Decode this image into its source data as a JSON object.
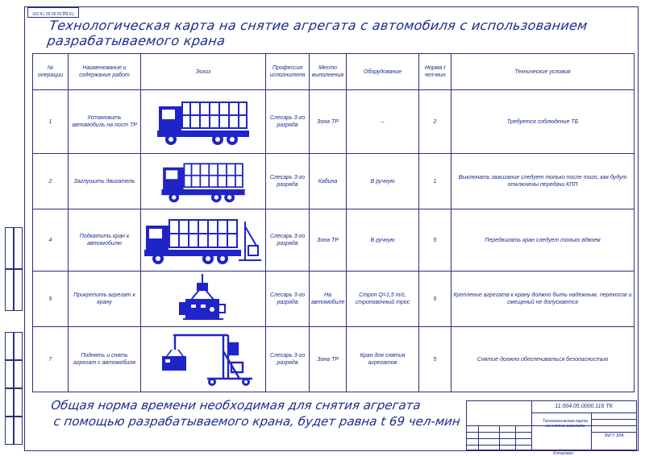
{
  "stamp_top": "ТК ВД 00.00.50 ТК.ОО",
  "title": "Технологическая карта на снятие агрегата с  автомобиля с использованием разрабатываемого крана",
  "table": {
    "headers": [
      "№ операции",
      "Наименование и содержание работ",
      "Эскиз",
      "Профессия исполнителя",
      "Место выполнения",
      "Оборудование",
      "Норма t чел-мин",
      "Технические условия"
    ],
    "rows": [
      {
        "num": "1",
        "work": "Установить автомобиль на пост ТР",
        "prof": "Слесарь 3-го разряда",
        "place": "Зона ТР",
        "equip": "–",
        "norm": "2",
        "cond": "Требуется соблюдение ТБ",
        "sketch": "dump-truck-icon"
      },
      {
        "num": "2",
        "work": "Заглушить двигатель",
        "prof": "Слесарь 3-го разряда",
        "place": "Кабина",
        "equip": "В ручную",
        "norm": "1",
        "cond": "Выключать зажигание следует только после того, как будут отключены передачи КПП",
        "sketch": "dump-truck-icon"
      },
      {
        "num": "4",
        "work": "Подкатить кран к автомобилю",
        "prof": "Слесарь 3-го разряда",
        "place": "Зона ТР",
        "equip": "В ручную",
        "norm": "5",
        "cond": "Передвигать кран следует только вдвоем",
        "sketch": "truck-with-crane-icon"
      },
      {
        "num": "5",
        "work": "Прикрепить агрегат к крану",
        "prof": "Слесарь 3-го разряда",
        "place": "На автомобиле",
        "equip": "Строп Q=1,5 т/с, строповочный трос",
        "norm": "5",
        "cond": "Крепление агрегата к крану должно быть надежным, перекосов и смещений не допускается",
        "sketch": "hoisted-unit-icon"
      },
      {
        "num": "7",
        "work": "Поднять и снять агрегат с автомобиля",
        "prof": "Слесарь 3-го разряда",
        "place": "Зона ТР",
        "equip": "Кран для снятия агрегатов",
        "norm": "5",
        "cond": "Снятие должно обеспечиваться безопасностью",
        "sketch": "mobile-crane-icon"
      }
    ]
  },
  "summary": {
    "line1": "Общая норма времени необходимая для снятия агрегата",
    "line2": "с помощью разрабатываемого крана, будет равна t  69 чел-мин"
  },
  "title_block": {
    "code": "11.004.05.0000.116 ТК",
    "name": "Технологическая карта на снятие агрегата",
    "org": "ВоГУ ЭЛА",
    "footer": "Копировал"
  },
  "colors": {
    "ink": "#1a2a8c",
    "line": "#2a2f7a",
    "vehicle": "#1f24c8"
  }
}
